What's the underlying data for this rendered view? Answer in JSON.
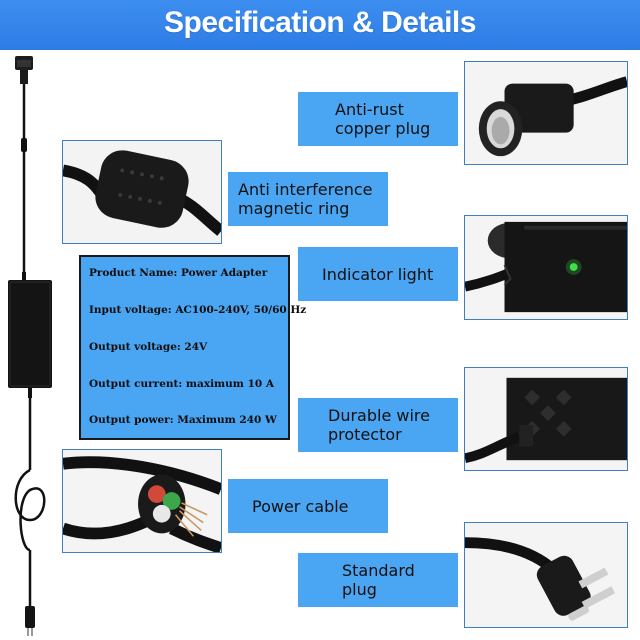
{
  "header": {
    "title": "Specification & Details"
  },
  "labels": {
    "anti_rust": [
      "Anti-rust",
      "copper plug"
    ],
    "magnetic_ring": [
      "Anti interference",
      "magnetic ring"
    ],
    "indicator": [
      "Indicator light"
    ],
    "wire_protector": [
      "Durable wire",
      "protector"
    ],
    "power_cable": [
      "Power cable"
    ],
    "standard_plug": [
      "Standard",
      "plug"
    ]
  },
  "spec": {
    "product_name": "Product Name: Power Adapter",
    "input_voltage": "Input voltage: AC100-240V, 50/60 Hz",
    "output_voltage": "Output voltage: 24V",
    "output_current": "Output current: maximum 10 A",
    "output_power": "Output power: Maximum 240 W"
  },
  "colors": {
    "header_blue": "#2d7ce6",
    "label_blue": "#4aa5f2",
    "indicator_green": "#3ee04a"
  }
}
